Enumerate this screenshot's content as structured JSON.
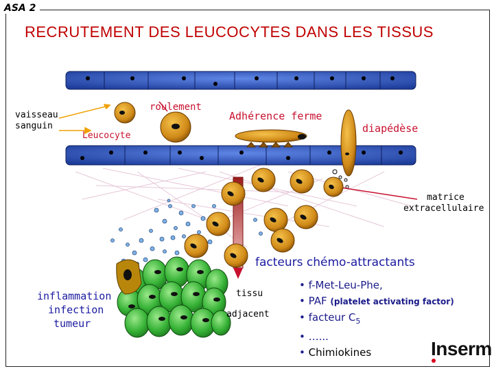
{
  "header": {
    "tag": "ASA 2",
    "title": "RECRUTEMENT DES LEUCOCYTES DANS LES TISSUS"
  },
  "labels": {
    "vaisseau_line1": "vaisseau",
    "vaisseau_line2": "sanguin",
    "leucocyte": "Leucocyte",
    "roulement": "roulement",
    "adherence": "Adhérence ferme",
    "diapedese": "diapédèse",
    "matrice_line1": "matrice",
    "matrice_line2": "extracellulaire",
    "facteurs": "facteurs chémo-attractants",
    "tissu_line1": "tissu",
    "tissu_line2": "adjacent",
    "inflam_line1": "inflammation",
    "inflam_line2": "infection",
    "inflam_line3": "tumeur"
  },
  "list": {
    "bullet": "•",
    "item1": "f-Met-Leu-Phe,",
    "item2_main": "PAF",
    "item2_note": "(platelet activating factor)",
    "item3_main": "facteur C",
    "item3_sub": "5",
    "item4": "…...",
    "item5": "Chimiokines"
  },
  "logo": {
    "text": "Inserm"
  },
  "colors": {
    "title": "#c00000",
    "endothelium": "#2a52be",
    "leucocyte": "#e6a21c",
    "leucocyte_deep": "#c47a10",
    "inflamed_cells": "#3bb63b",
    "chemo_dots": "#7fb2e5",
    "list_text": "#1a1a8a"
  }
}
